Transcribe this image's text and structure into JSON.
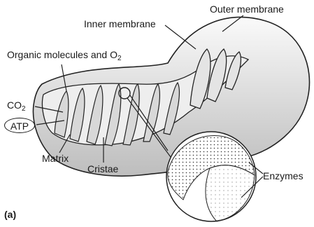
{
  "labels": {
    "inner_membrane": "Inner membrane",
    "outer_membrane": "Outer membrane",
    "organic_molecules": "Organic molecules and O",
    "organic_molecules_sub": "2",
    "co2": "CO",
    "co2_sub": "2",
    "atp": "ATP",
    "matrix": "Matrix",
    "cristae": "Cristae",
    "enzymes": "Enzymes",
    "panel": "(a)"
  }
}
